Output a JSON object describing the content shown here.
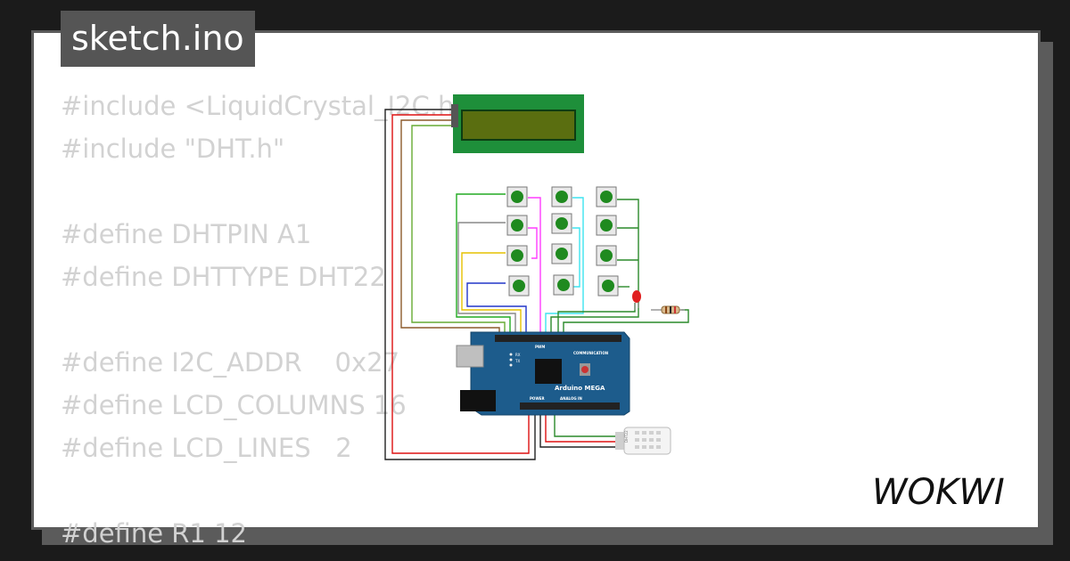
{
  "tab": {
    "filename": "sketch.ino"
  },
  "code": {
    "lines": [
      "#include <LiquidCrystal_I2C.h>",
      "#include \"DHT.h\"",
      "",
      "#define DHTPIN A1",
      "#define DHTTYPE DHT22",
      "",
      "#define I2C_ADDR    0x27",
      "#define LCD_COLUMNS 16",
      "#define LCD_LINES   2",
      "",
      "#define R1 12"
    ]
  },
  "board": {
    "name": "Arduino MEGA",
    "labels": {
      "pwm": "PWM",
      "communication": "COMMUNICATION",
      "power": "POWER",
      "analog": "ANALOG IN",
      "tx": "TX",
      "rx": "RX"
    }
  },
  "sensor": {
    "name": "DHT22"
  },
  "brand": {
    "logo_text": "WOKWI"
  },
  "colors": {
    "background": "#1b1b1b",
    "card": "#ffffff",
    "frame": "#5b5b5b",
    "code_text": "#d2d2d2",
    "lcd_board": "#1e8f3a",
    "lcd_screen": "#5a6e10",
    "button": "#1f8a1f",
    "arduino": "#1d5c8c"
  }
}
